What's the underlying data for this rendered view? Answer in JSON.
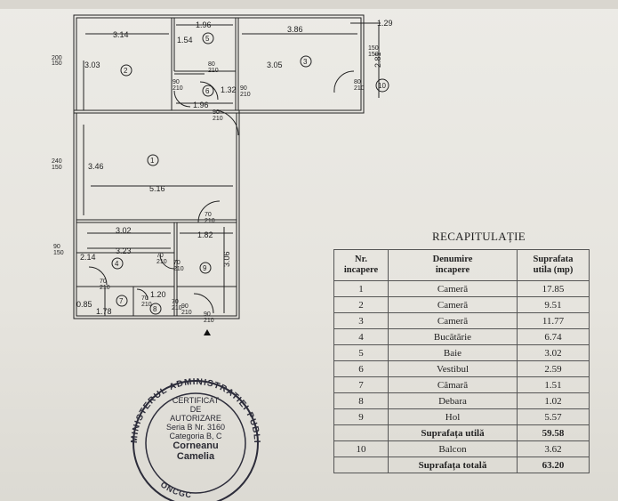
{
  "plan": {
    "dims": {
      "d1": "3.14",
      "d2": "1.96",
      "d3": "3.86",
      "d4": "1.29",
      "d5": "1.54",
      "d6": "3.03",
      "d7": "3.05",
      "d8": "2.81",
      "d9": "1.32",
      "d10": "1.96",
      "d11": "3.46",
      "d12": "5.16",
      "d13": "3.02",
      "d14": "3.23",
      "d15": "1.82",
      "d16": "2.14",
      "d17": "3.06",
      "d18": "1.20",
      "d19": "0.85",
      "d20": "1.78"
    },
    "openings": {
      "w1": "200",
      "w1b": "150",
      "w2": "150",
      "w2b": "150",
      "w3": "240",
      "w3b": "150",
      "w4": "90",
      "w4b": "150",
      "o1": "80",
      "o1b": "210",
      "o2": "90",
      "o2b": "210",
      "o3": "90",
      "o3b": "210",
      "o4": "90",
      "o4b": "210",
      "o5": "80",
      "o5b": "210",
      "o6": "70",
      "o6b": "210",
      "o7": "70",
      "o7b": "210",
      "o8": "70",
      "o8b": "210",
      "o9": "70",
      "o9b": "210",
      "o10": "70",
      "o10b": "210",
      "o11": "90",
      "o11b": "210",
      "o12": "90",
      "o12b": "210",
      "o13": "70",
      "o13b": "210"
    },
    "rooms": [
      "1",
      "2",
      "3",
      "4",
      "5",
      "6",
      "7",
      "8",
      "9",
      "10"
    ]
  },
  "recap": {
    "title": "RECAPITULAȚIE",
    "headers": [
      "Nr.\nincapere",
      "Denumire\nincapere",
      "Suprafata\nutila (mp)"
    ],
    "rows": [
      {
        "nr": "1",
        "name": "Cameră",
        "area": "17.85"
      },
      {
        "nr": "2",
        "name": "Cameră",
        "area": "9.51"
      },
      {
        "nr": "3",
        "name": "Cameră",
        "area": "11.77"
      },
      {
        "nr": "4",
        "name": "Bucătărie",
        "area": "6.74"
      },
      {
        "nr": "5",
        "name": "Baie",
        "area": "3.02"
      },
      {
        "nr": "6",
        "name": "Vestibul",
        "area": "2.59"
      },
      {
        "nr": "7",
        "name": "Cămară",
        "area": "1.51"
      },
      {
        "nr": "8",
        "name": "Debara",
        "area": "1.02"
      },
      {
        "nr": "9",
        "name": "Hol",
        "area": "5.57"
      }
    ],
    "util": {
      "label": "Suprafața utilă",
      "value": "59.58"
    },
    "balcon": {
      "nr": "10",
      "name": "Balcon",
      "area": "3.62"
    },
    "total": {
      "label": "Suprafața totală",
      "value": "63.20"
    }
  },
  "stamp": {
    "ring": "MINISTERUL ADMINISTRATIEI PUBLICE",
    "bottom": "ONCGC",
    "line1": "CERTIFICAT",
    "line2": "DE",
    "line3": "AUTORIZARE",
    "line4": "Seria B Nr. 3160",
    "line5": "Categoria B, C",
    "line6": "Corneanu",
    "line7": "Camelia"
  }
}
